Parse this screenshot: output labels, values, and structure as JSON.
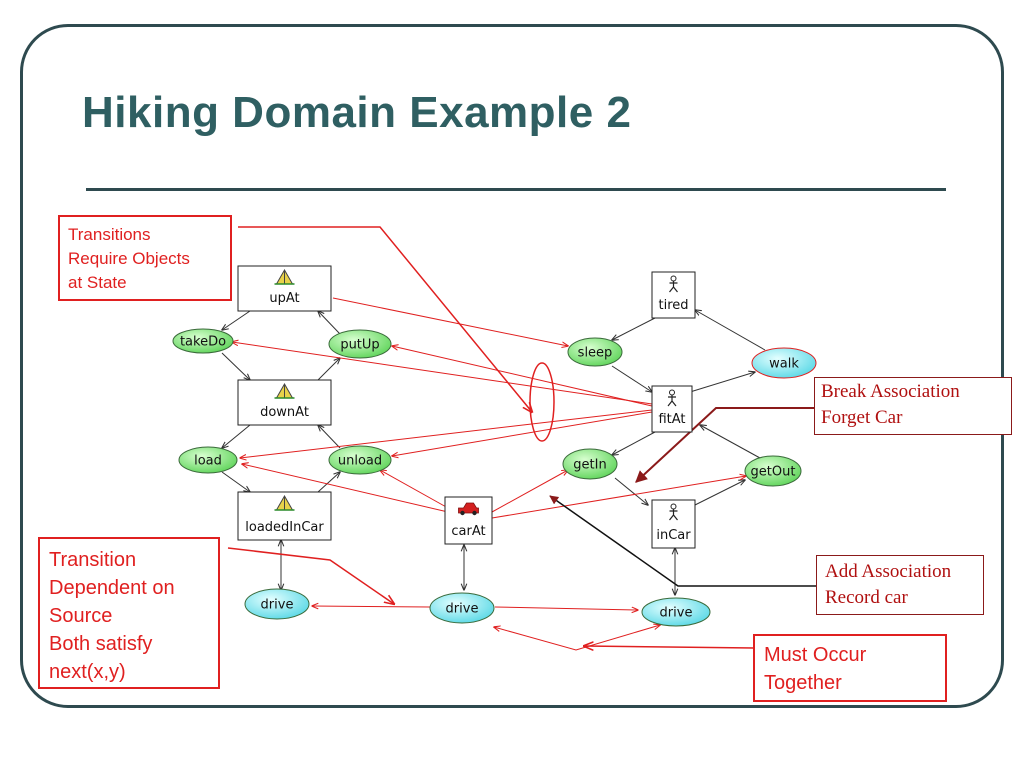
{
  "slide": {
    "title": "Hiking Domain Example 2"
  },
  "diagram": {
    "state_nodes": [
      {
        "id": "upAt",
        "label": "upAt",
        "icon": "tent-icon"
      },
      {
        "id": "downAt",
        "label": "downAt",
        "icon": "tent-icon"
      },
      {
        "id": "loadedInCar",
        "label": "loadedInCar",
        "icon": "tent-icon"
      },
      {
        "id": "carAt",
        "label": "carAt",
        "icon": "car-icon"
      },
      {
        "id": "tired",
        "label": "tired",
        "icon": "person-icon"
      },
      {
        "id": "fitAt",
        "label": "fitAt",
        "icon": "person-icon"
      },
      {
        "id": "inCar",
        "label": "inCar",
        "icon": "person-icon"
      }
    ],
    "transition_nodes": [
      {
        "id": "takeDown",
        "label": "takeDo",
        "kind": "green"
      },
      {
        "id": "putUp",
        "label": "putUp",
        "kind": "green"
      },
      {
        "id": "sleep",
        "label": "sleep",
        "kind": "green"
      },
      {
        "id": "walk",
        "label": "walk",
        "kind": "cyan"
      },
      {
        "id": "load",
        "label": "load",
        "kind": "green"
      },
      {
        "id": "unload",
        "label": "unload",
        "kind": "green"
      },
      {
        "id": "getIn",
        "label": "getIn",
        "kind": "green"
      },
      {
        "id": "getOut",
        "label": "getOut",
        "kind": "green"
      },
      {
        "id": "drive1",
        "label": "drive",
        "kind": "cyan"
      },
      {
        "id": "drive2",
        "label": "drive",
        "kind": "cyan"
      },
      {
        "id": "drive3",
        "label": "drive",
        "kind": "cyan"
      }
    ],
    "colors": {
      "green_fill": "#7ee07a",
      "cyan_fill": "#7ee8f0",
      "annotation_red": "#e02020",
      "annotation_dark": "#8b1a1a",
      "title": "#2f5f62"
    }
  },
  "callouts": {
    "transitions_require": [
      "Transitions",
      "Require Objects",
      "at State"
    ],
    "transition_dependent": [
      "Transition",
      "Dependent on",
      "Source",
      "Both satisfy",
      "next(x,y)"
    ],
    "break_association": [
      "Break Association",
      "Forget Car"
    ],
    "add_association": [
      "Add Association",
      "Record car"
    ],
    "must_occur": [
      "Must Occur",
      "Together"
    ]
  }
}
